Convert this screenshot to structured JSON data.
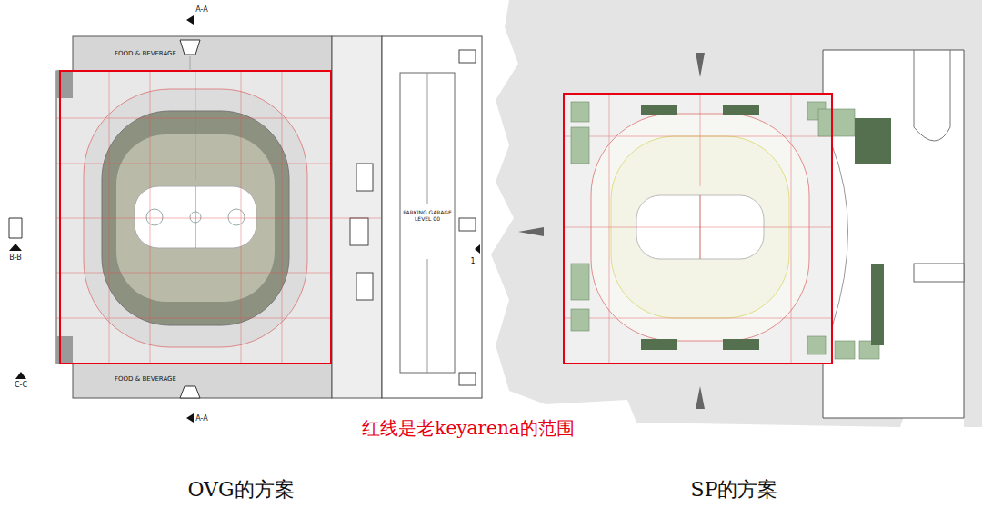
{
  "diagram": {
    "nodes": [
      {
        "text": [
          "OVG的方案"
        ]
      },
      {
        "text": [
          "SP的方案"
        ]
      }
    ],
    "labels": [
      "A-A",
      "A-A",
      "B-B",
      "C-C",
      "1",
      "FOOD & BEVERAGE",
      "FOOD & BEVERAGE",
      "PARKING GARAGE LEVEL 00",
      "红线是老keyarena的范围"
    ]
  }
}
